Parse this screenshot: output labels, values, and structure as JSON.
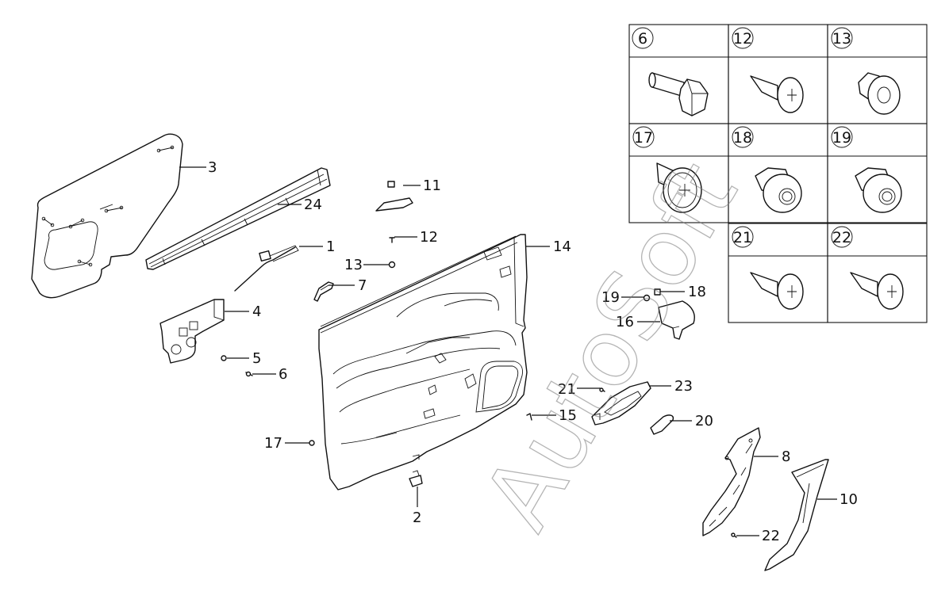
{
  "watermark": "AutoSoft",
  "callouts": [
    {
      "id": "1",
      "label": "1"
    },
    {
      "id": "2",
      "label": "2"
    },
    {
      "id": "3",
      "label": "3"
    },
    {
      "id": "4",
      "label": "4"
    },
    {
      "id": "5",
      "label": "5"
    },
    {
      "id": "6",
      "label": "6"
    },
    {
      "id": "7",
      "label": "7"
    },
    {
      "id": "8",
      "label": "8"
    },
    {
      "id": "10",
      "label": "10"
    },
    {
      "id": "11",
      "label": "11"
    },
    {
      "id": "12",
      "label": "12"
    },
    {
      "id": "13",
      "label": "13"
    },
    {
      "id": "14",
      "label": "14"
    },
    {
      "id": "15",
      "label": "15"
    },
    {
      "id": "16",
      "label": "16"
    },
    {
      "id": "17",
      "label": "17"
    },
    {
      "id": "18",
      "label": "18"
    },
    {
      "id": "19",
      "label": "19"
    },
    {
      "id": "20",
      "label": "20"
    },
    {
      "id": "21",
      "label": "21"
    },
    {
      "id": "22",
      "label": "22"
    },
    {
      "id": "23",
      "label": "23"
    },
    {
      "id": "24",
      "label": "24"
    }
  ],
  "fastener_table": [
    {
      "label": "6"
    },
    {
      "label": "12"
    },
    {
      "label": "13"
    },
    {
      "label": "17"
    },
    {
      "label": "18"
    },
    {
      "label": "19"
    },
    {
      "label": "21"
    },
    {
      "label": "22"
    }
  ]
}
